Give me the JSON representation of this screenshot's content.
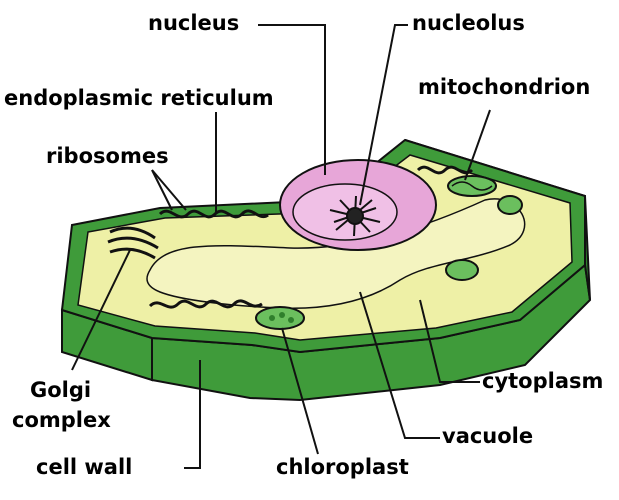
{
  "labels": {
    "nucleus": "nucleus",
    "nucleolus": "nucleolus",
    "endoplasmic_reticulum": "endoplasmic reticulum",
    "mitochondrion": "mitochondrion",
    "ribosomes": "ribosomes",
    "golgi_line1": "Golgi",
    "golgi_line2": "complex",
    "cytoplasm": "cytoplasm",
    "vacuole": "vacuole",
    "cell_wall": "cell wall",
    "chloroplast": "chloroplast"
  },
  "colors": {
    "cell_wall_green": "#3f9b3a",
    "cell_wall_dark": "#2f7f2c",
    "cytoplasm_yellow": "#eef0a6",
    "vacuole_yellow": "#f4f4c0",
    "nucleus_pink": "#e7a6d8",
    "organelle_green": "#6bbf5e",
    "outline": "#111111"
  }
}
